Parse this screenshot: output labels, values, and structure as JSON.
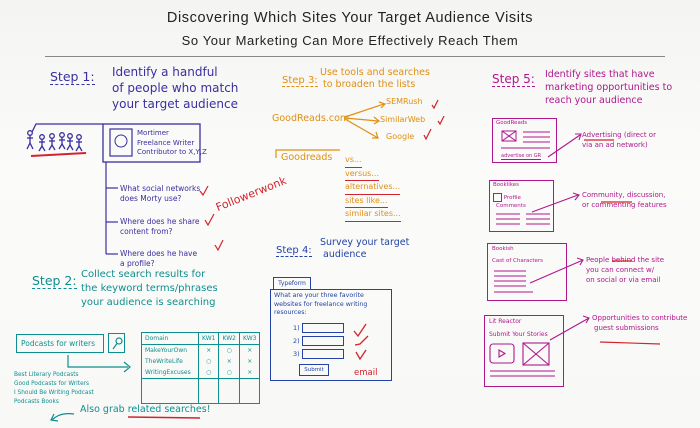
{
  "title": {
    "line1": "Discovering Which Sites Your Target Audience Visits",
    "line2": "So Your Marketing Can More Effectively Reach Them"
  },
  "colors": {
    "step1": "#3a2fa0",
    "step2": "#0e8f8f",
    "step3": "#e08f12",
    "step4": "#2343a8",
    "step5": "#b0178e",
    "annotation": "#d4232c"
  },
  "step1": {
    "label": "Step 1:",
    "text_lines": [
      "Identify a handful",
      "of people who match",
      "your target audience"
    ],
    "persona": {
      "name": "Mortimer",
      "role": "Freelance Writer",
      "detail": "Contributor to X,Y,Z"
    },
    "questions": [
      {
        "line1": "What social networks",
        "line2": "does Morty use?"
      },
      {
        "line1": "Where does he share",
        "line2": "content from?"
      },
      {
        "line1": "Where does he have",
        "line2": "a profile?"
      }
    ],
    "tool_note": "Followerwonk"
  },
  "step2": {
    "label": "Step 2:",
    "text_lines": [
      "Collect search results for",
      "the keyword terms/phrases",
      "your audience is searching"
    ],
    "search_query": "Podcasts for writers",
    "table": {
      "headers": [
        "Domain",
        "KW1",
        "KW2",
        "KW3"
      ],
      "rows": [
        [
          "MakeYourOwn",
          "×",
          "○",
          "×"
        ],
        [
          "TheWriteLife",
          "○",
          "×",
          "×"
        ],
        [
          "WritingExcuses",
          "○",
          "○",
          "×"
        ]
      ]
    },
    "related_searches": [
      "Best Literary Podcasts",
      "Good Podcasts for Writers",
      "I Should Be Writing Podcast",
      "Podcasts Books"
    ],
    "note": "Also grab related searches!"
  },
  "step3": {
    "label": "Step 3:",
    "text_lines": [
      "Use tools and searches",
      "to broaden the lists"
    ],
    "source": "GoodReads.com",
    "tools": [
      "SEMRush",
      "SimilarWeb",
      "Google"
    ],
    "search_box": "Goodreads",
    "modifiers": [
      "vs...",
      "versus...",
      "alternatives...",
      "sites like...",
      "similar sites..."
    ]
  },
  "step4": {
    "label": "Step 4:",
    "text_lines": [
      "Survey your target",
      "audience"
    ],
    "form": {
      "tab": "Typeform",
      "question_lines": [
        "What are your three favorite",
        "websites for freelance writing",
        "resources:"
      ],
      "fields": [
        "1)",
        "2)",
        "3)"
      ],
      "submit": "Submit"
    },
    "note": "email"
  },
  "step5": {
    "label": "Step 5:",
    "text_lines": [
      "Identify sites that have",
      "marketing opportunities to",
      "reach your audience"
    ],
    "sites": [
      {
        "name": "GoodReads",
        "inner": "advertise on GR",
        "note_lines": [
          "Advertising (direct or",
          "via an ad network)"
        ]
      },
      {
        "name": "Booklikes",
        "inner": "Profile",
        "inner2": "Comments",
        "note_lines": [
          "Community, discussion,",
          "or commenting features"
        ]
      },
      {
        "name": "Bookish",
        "inner": "Cast of Characters",
        "note_lines": [
          "People behind the site",
          "you can connect w/",
          "on social or via email"
        ]
      },
      {
        "name": "Lit Reactor",
        "inner": "Submit Your Stories",
        "note_lines": [
          "Opportunities to contribute",
          "guest submissions"
        ]
      }
    ]
  }
}
